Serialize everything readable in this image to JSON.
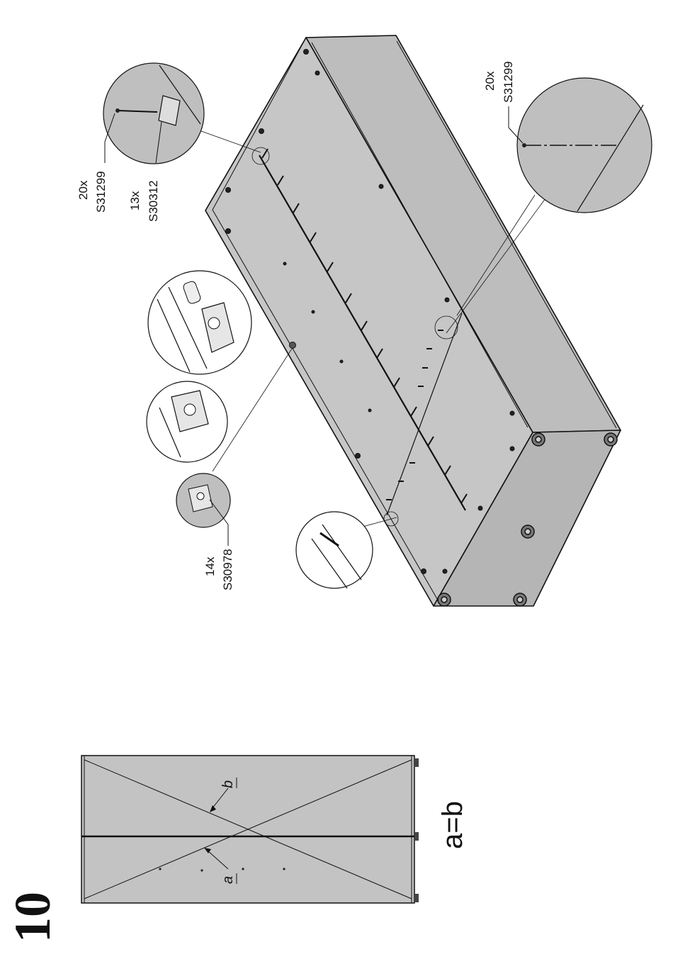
{
  "step_number": "10",
  "equation": "a=b",
  "diagonal_labels": {
    "a": "a",
    "b": "b"
  },
  "callouts": [
    {
      "qty": "20x",
      "part": "S31299"
    },
    {
      "qty": "13x",
      "part": "S30312"
    },
    {
      "qty": "20x",
      "part": "S31299"
    },
    {
      "qty": "14x",
      "part": "S30978"
    }
  ],
  "colors": {
    "panel": "#c3c3c3",
    "panel_dark": "#a9a9a9",
    "line": "#111111"
  }
}
